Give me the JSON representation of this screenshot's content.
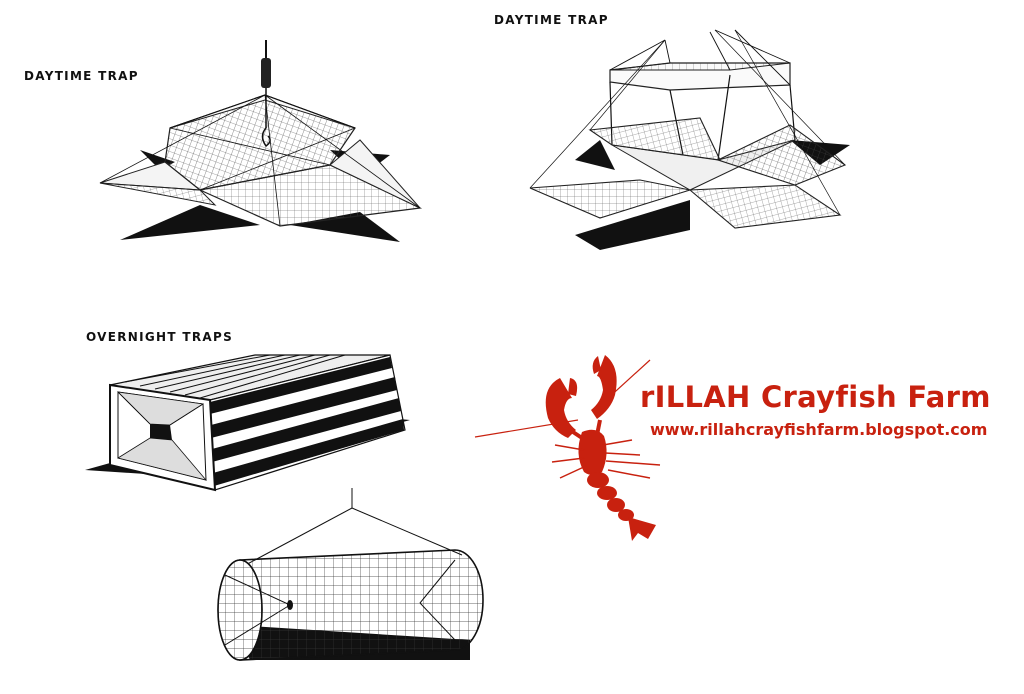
{
  "labels": {
    "trap1": "DAYTIME TRAP",
    "trap2": "DAYTIME TRAP",
    "overnight": "OVERNIGHT TRAPS"
  },
  "watermark": {
    "name": "rILLAH Crayfish Farm",
    "url": "www.rillahcrayfishfarm.blogspot.com"
  },
  "colors": {
    "ink": "#111111",
    "brand": "#c8210f",
    "paper": "#ffffff"
  }
}
